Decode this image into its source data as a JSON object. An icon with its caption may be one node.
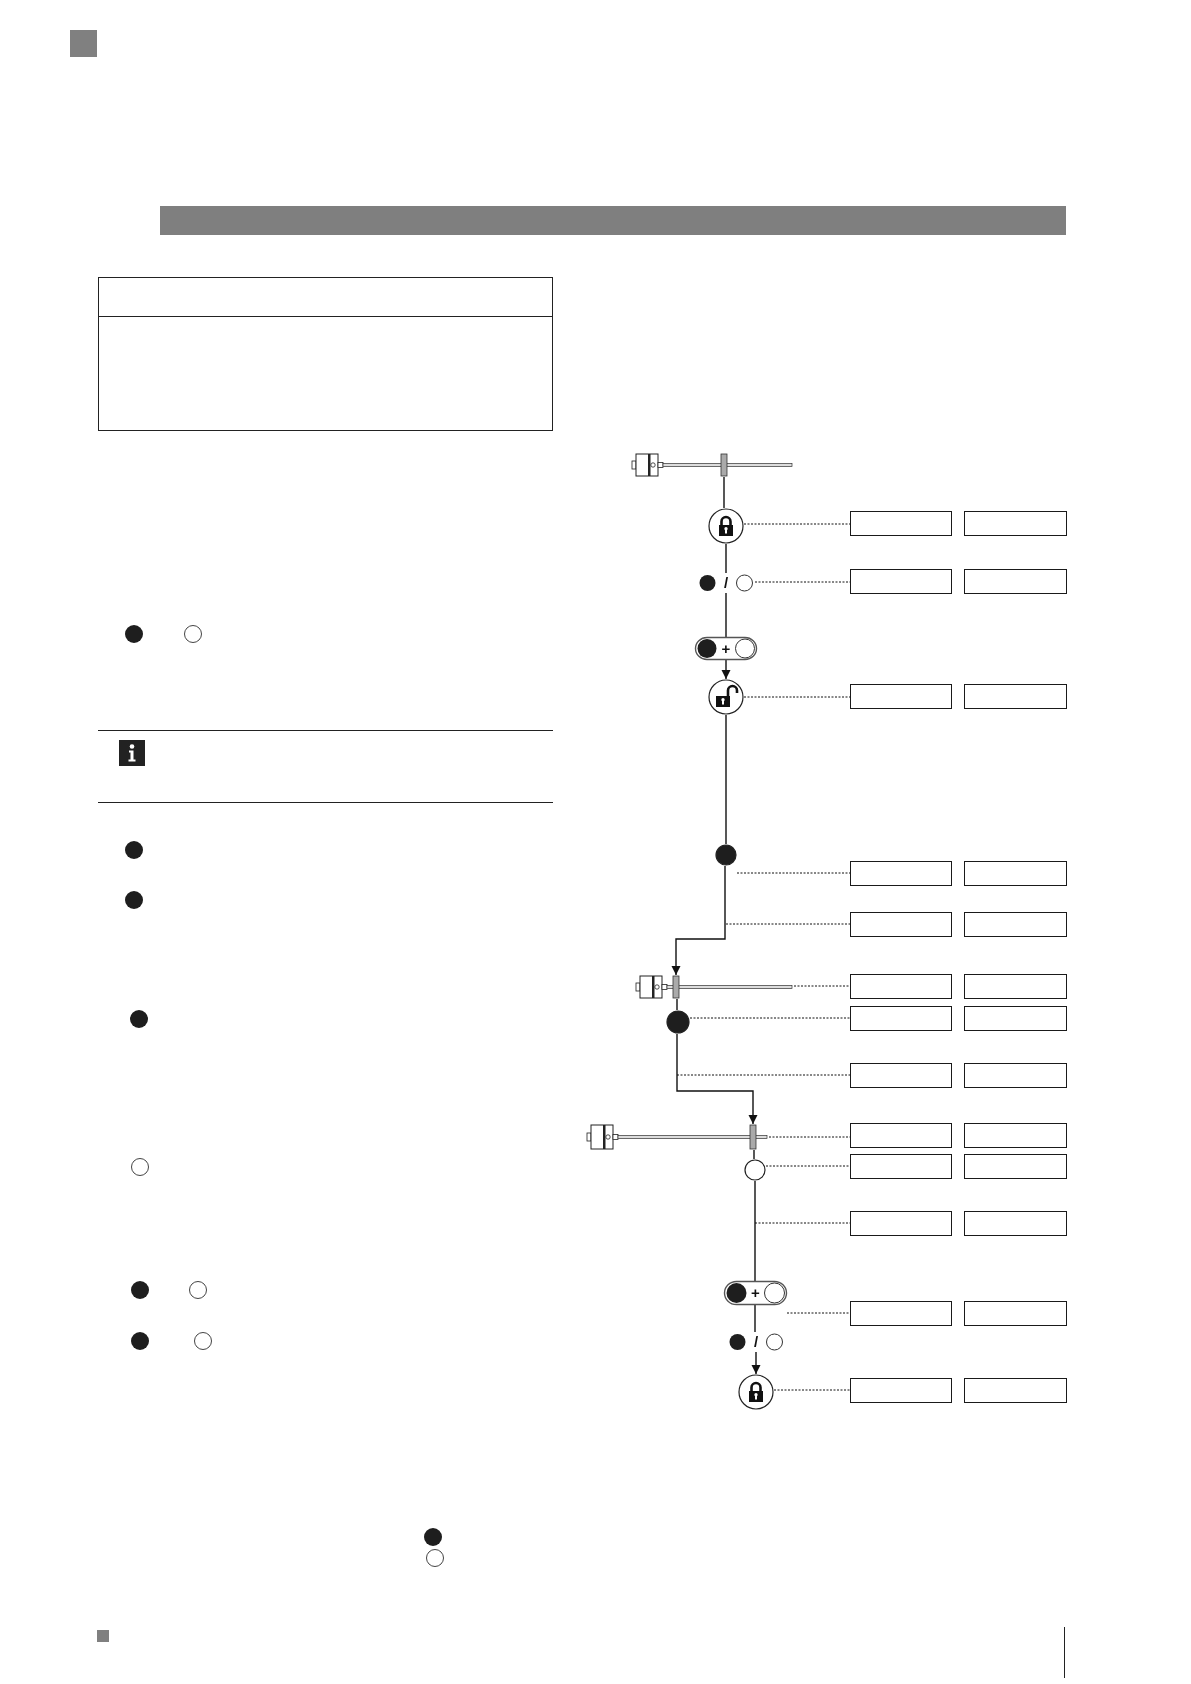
{
  "diagram": {
    "nodes": [
      {
        "text": [],
        "shape": "sensor"
      },
      {
        "text": [],
        "shape": "circle"
      },
      {
        "text": [],
        "shape": "box"
      },
      {
        "text": [],
        "shape": "box"
      },
      {
        "text": [
          "/"
        ]
      },
      {
        "text": [],
        "shape": "box"
      },
      {
        "text": [],
        "shape": "box"
      },
      {
        "text": [
          "+"
        ]
      },
      {
        "text": [],
        "shape": "circle"
      },
      {
        "text": [],
        "shape": "box"
      },
      {
        "text": [],
        "shape": "box"
      },
      {
        "text": [],
        "shape": "circle"
      },
      {
        "text": [],
        "shape": "box"
      },
      {
        "text": [],
        "shape": "box"
      },
      {
        "text": [],
        "shape": "box"
      },
      {
        "text": [],
        "shape": "box"
      },
      {
        "text": [],
        "shape": "sensor"
      },
      {
        "text": [],
        "shape": "box"
      },
      {
        "text": [],
        "shape": "box"
      },
      {
        "text": [],
        "shape": "circle"
      },
      {
        "text": [],
        "shape": "box"
      },
      {
        "text": [],
        "shape": "box"
      },
      {
        "text": [],
        "shape": "box"
      },
      {
        "text": [],
        "shape": "box"
      },
      {
        "text": [],
        "shape": "sensor"
      },
      {
        "text": [],
        "shape": "box"
      },
      {
        "text": [],
        "shape": "box"
      },
      {
        "text": [],
        "shape": "circle"
      },
      {
        "text": [],
        "shape": "box"
      },
      {
        "text": [],
        "shape": "box"
      },
      {
        "text": [],
        "shape": "box"
      },
      {
        "text": [],
        "shape": "box"
      },
      {
        "text": [
          "+"
        ]
      },
      {
        "text": [],
        "shape": "box"
      },
      {
        "text": [],
        "shape": "box"
      },
      {
        "text": [
          "/"
        ]
      },
      {
        "text": [],
        "shape": "circle"
      },
      {
        "text": [],
        "shape": "box"
      },
      {
        "text": [],
        "shape": "box"
      },
      {
        "text": [],
        "shape": "bar"
      }
    ],
    "edges": [
      {
        "from": 0,
        "to": 1,
        "arrow": "none"
      },
      {
        "from": 1,
        "to": 4,
        "arrow": "none"
      },
      {
        "from": 4,
        "to": 7,
        "arrow": "none"
      },
      {
        "from": 7,
        "to": 8,
        "arrow": "to"
      },
      {
        "from": 8,
        "to": 11,
        "arrow": "none"
      },
      {
        "from": 11,
        "to": 16,
        "arrow": "to"
      },
      {
        "from": 16,
        "to": 19,
        "arrow": "none"
      },
      {
        "from": 19,
        "to": 24,
        "arrow": "to"
      },
      {
        "from": 24,
        "to": 27,
        "arrow": "none"
      },
      {
        "from": 27,
        "to": 32,
        "arrow": "none"
      },
      {
        "from": 32,
        "to": 35,
        "arrow": "none"
      },
      {
        "from": 35,
        "to": 36,
        "arrow": "to"
      },
      {
        "from": 1,
        "to": 2,
        "arrow": "none",
        "style": "dashed"
      },
      {
        "from": 4,
        "to": 5,
        "arrow": "none",
        "style": "dashed"
      },
      {
        "from": 8,
        "to": 9,
        "arrow": "none",
        "style": "dashed"
      },
      {
        "from": 11,
        "to": 12,
        "arrow": "none",
        "style": "dashed"
      },
      {
        "from": null,
        "to": 14,
        "arrow": "none",
        "style": "dashed"
      },
      {
        "from": 16,
        "to": 17,
        "arrow": "none",
        "style": "dashed"
      },
      {
        "from": 19,
        "to": 20,
        "arrow": "none",
        "style": "dashed"
      },
      {
        "from": null,
        "to": 22,
        "arrow": "none",
        "style": "dashed"
      },
      {
        "from": 24,
        "to": 25,
        "arrow": "none",
        "style": "dashed"
      },
      {
        "from": 27,
        "to": 28,
        "arrow": "none",
        "style": "dashed"
      },
      {
        "from": null,
        "to": 30,
        "arrow": "none",
        "style": "dashed"
      },
      {
        "from": 32,
        "to": 33,
        "arrow": "none",
        "style": "dashed"
      },
      {
        "from": 36,
        "to": 37,
        "arrow": "none",
        "style": "dashed"
      }
    ]
  }
}
